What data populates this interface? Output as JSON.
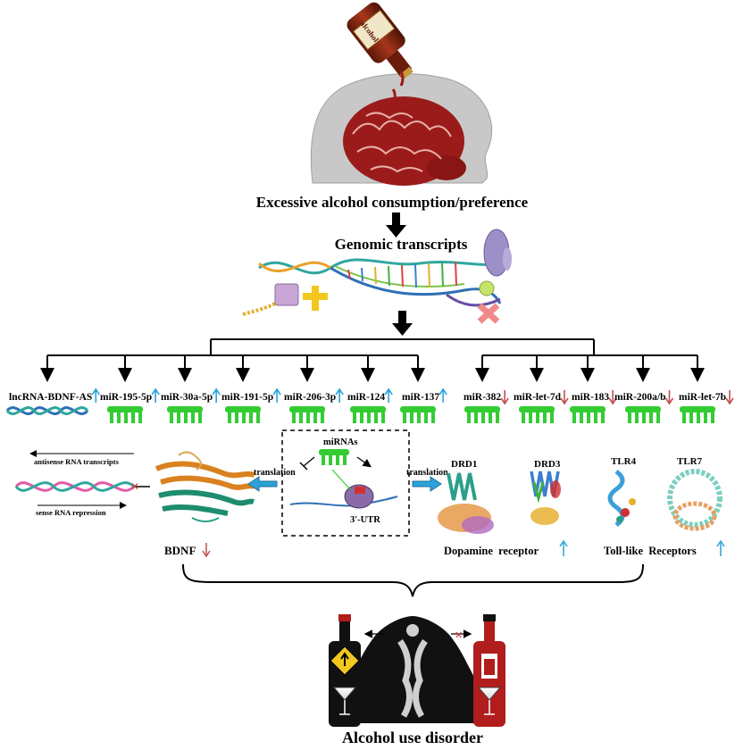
{
  "top": {
    "bottle_label": "alcohol",
    "title": "Excessive alcohol consumption/preference",
    "genomic_title": "Genomic transcripts"
  },
  "branches": {
    "left": [
      {
        "label": "lncRNA-BDNF-AS",
        "direction": "up"
      },
      {
        "label": "miR-195-5p",
        "direction": "up"
      },
      {
        "label": "miR-30a-5p",
        "direction": "up"
      },
      {
        "label": "miR-191-5p",
        "direction": "up"
      },
      {
        "label": "miR-206-3p",
        "direction": "up"
      },
      {
        "label": "miR-124",
        "direction": "up"
      },
      {
        "label": "miR-137",
        "direction": "up"
      }
    ],
    "right": [
      {
        "label": "miR-382",
        "direction": "down"
      },
      {
        "label": "miR-let-7d",
        "direction": "down"
      },
      {
        "label": "miR-183",
        "direction": "down"
      },
      {
        "label": "miR-200a/b",
        "direction": "down"
      },
      {
        "label": "miR-let-7b",
        "direction": "down"
      }
    ]
  },
  "mechanism": {
    "antisense": "antisense RNA transcripts",
    "sense": "sense RNA repression",
    "translation_left": "translation",
    "translation_right": "translation",
    "mirnas": "miRNAs",
    "utr": "3'-UTR"
  },
  "proteins": [
    "DRD1",
    "DRD3",
    "TLR4",
    "TLR7"
  ],
  "outcomes": {
    "bdnf": "BDNF",
    "dopamine": "Dopamine  receptor",
    "tlr": "Toll-like  Receptors"
  },
  "bottom": {
    "title": "Alcohol use disorder"
  },
  "colors": {
    "up_arrow": "#2aa3d8",
    "down_arrow": "#c0504d",
    "mirna_green": "#33cc33",
    "brain": "#9b1b1b",
    "head_gray": "#c8c8c8",
    "bdnf_orange": "#d9821f",
    "bdnf_teal": "#1e8c6e"
  }
}
